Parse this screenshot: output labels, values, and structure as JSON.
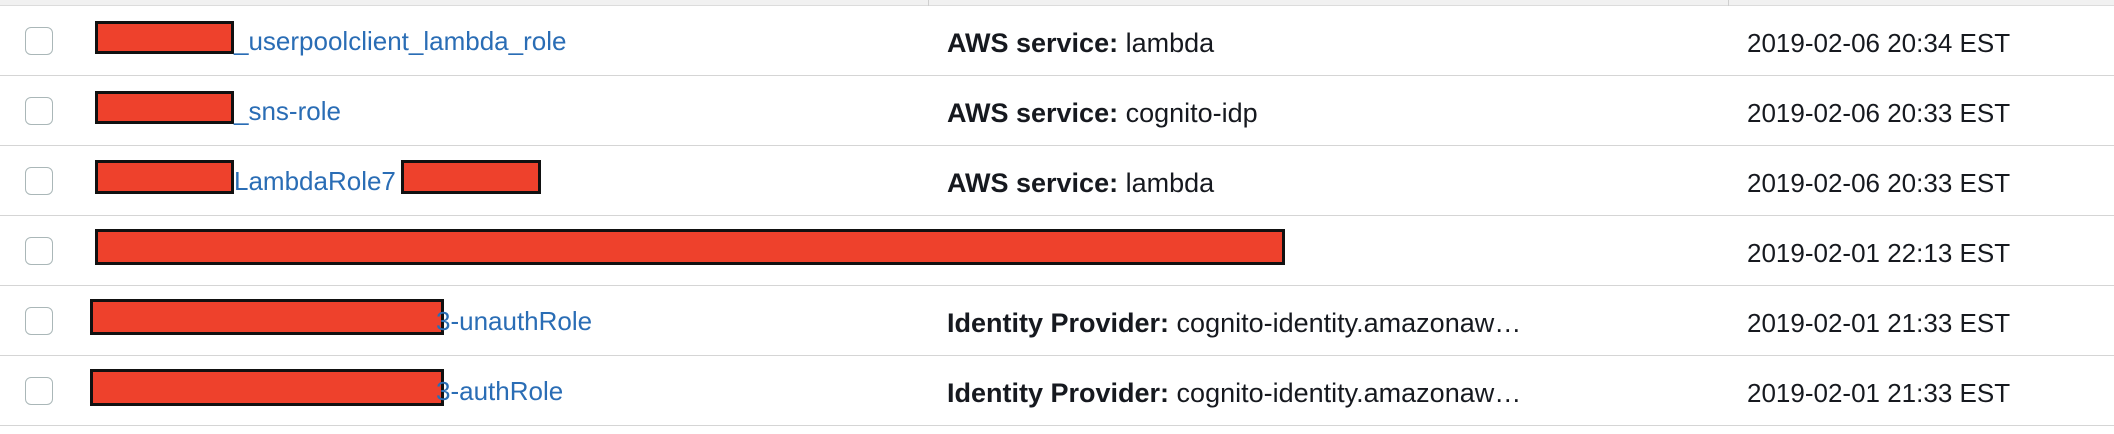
{
  "roles_table": {
    "rows": [
      {
        "name_suffix": "_userpoolclient_lambda_role",
        "trusted_entity_label": "AWS service:",
        "trusted_entity_value": " lambda",
        "creation_time": "2019-02-06 20:34 EST"
      },
      {
        "name_suffix": "_sns-role",
        "trusted_entity_label": "AWS service:",
        "trusted_entity_value": " cognito-idp",
        "creation_time": "2019-02-06 20:33 EST"
      },
      {
        "name_suffix": "LambdaRole7",
        "trusted_entity_label": "AWS service:",
        "trusted_entity_value": " lambda",
        "creation_time": "2019-02-06 20:33 EST"
      },
      {
        "name_suffix": "",
        "trusted_entity_label": "",
        "trusted_entity_value": "",
        "creation_time": "2019-02-01 22:13 EST"
      },
      {
        "name_suffix": "3-unauthRole",
        "trusted_entity_label": "Identity Provider:",
        "trusted_entity_value": " cognito-identity.amazonaw…",
        "creation_time": "2019-02-01 21:33 EST"
      },
      {
        "name_suffix": "3-authRole",
        "trusted_entity_label": "Identity Provider:",
        "trusted_entity_value": " cognito-identity.amazonaw…",
        "creation_time": "2019-02-01 21:33 EST"
      }
    ]
  },
  "colors": {
    "link": "#2a6db5",
    "redaction": "#ee412c",
    "row_divider": "#d5d5d5",
    "checkbox_border": "#aab7b8"
  }
}
